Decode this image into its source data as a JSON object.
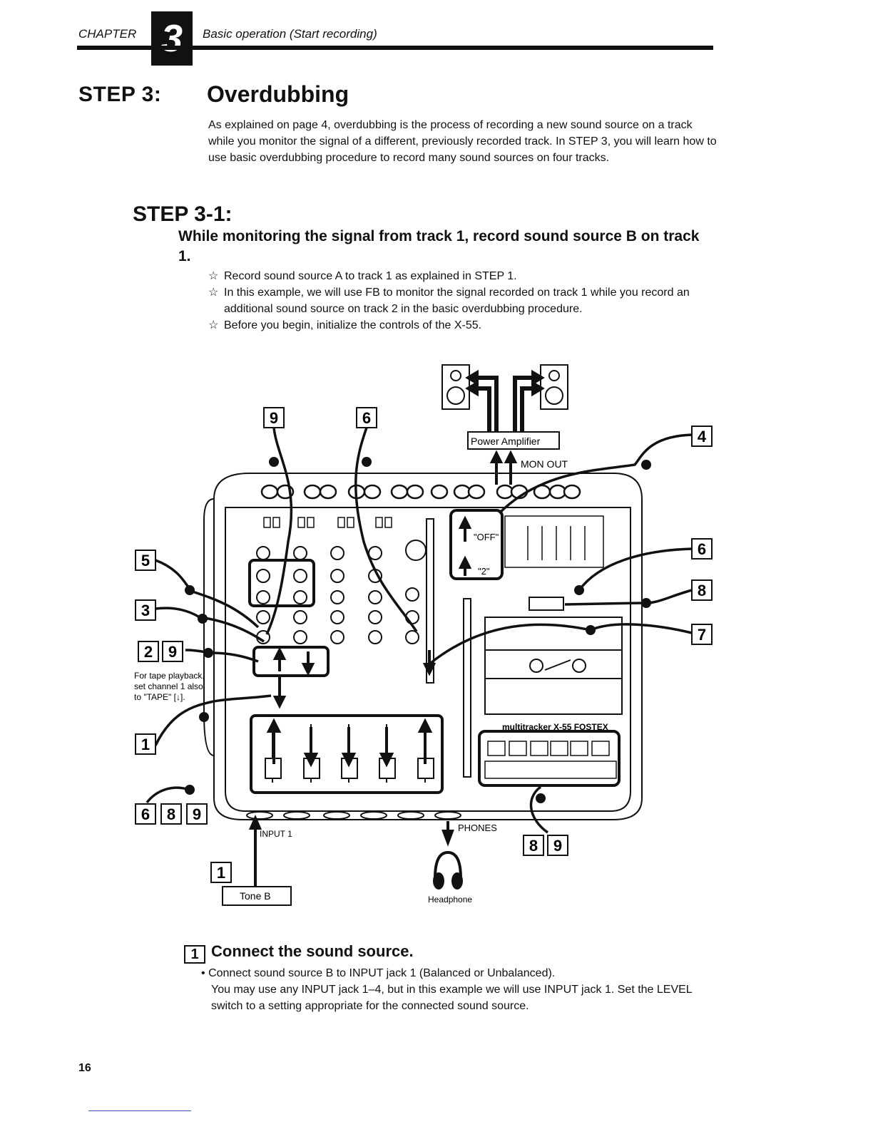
{
  "header": {
    "chapter_label": "CHAPTER",
    "chapter_number": "3",
    "chapter_title": "Basic operation (Start recording)"
  },
  "step3": {
    "label": "STEP 3:",
    "title": "Overdubbing",
    "intro": "As explained on page 4, overdubbing is the process of recording a new sound source on a track while you monitor the signal of a different, previously recorded track. In STEP 3, you will learn how to use basic overdubbing procedure to record many sound sources on four tracks."
  },
  "step3_1": {
    "label": "STEP 3-1:",
    "heading": "While monitoring the signal from track 1, record sound source B on track 1.",
    "star": "☆",
    "bullets": [
      "Record sound source A to track 1 as explained in STEP 1.",
      "In this example, we will use FB to monitor the signal recorded on track 1 while you record an additional sound source on track 2 in the basic overdubbing procedure.",
      "Before you begin, initialize the controls of the X-55."
    ]
  },
  "diagram": {
    "power_amplifier": "Power Amplifier",
    "mon_out": "MON OUT",
    "off": "\"OFF\"",
    "two": "\"2\"",
    "tape_note": [
      "For tape playback,",
      "set channel 1 also",
      "to \"TAPE\" [↓]."
    ],
    "input1": "INPUT 1",
    "tone_b": "Tone B",
    "phones": "PHONES",
    "headphone": "Headphone",
    "brand": "multitracker X-55 FOSTEX",
    "callouts": {
      "top_9": "9",
      "top_6": "6",
      "right_4": "4",
      "right_6": "6",
      "right_8": "8",
      "right_7": "7",
      "left_5": "5",
      "left_3": "3",
      "left_2": "2",
      "left_9": "9",
      "left_1": "1",
      "bottom_6": "6",
      "bottom_8": "8",
      "bottom_9": "9",
      "tone_1": "1",
      "right_bottom_8": "8",
      "right_bottom_9": "9"
    }
  },
  "connect": {
    "number": "1",
    "title": "Connect the sound source.",
    "bullet": "•",
    "line1": "Connect sound source B to INPUT jack 1 (Balanced or Unbalanced).",
    "line2": "You may use any INPUT jack 1–4, but in this example we will use INPUT jack 1. Set the LEVEL switch to a setting appropriate for the connected sound source."
  },
  "page_number": "16"
}
